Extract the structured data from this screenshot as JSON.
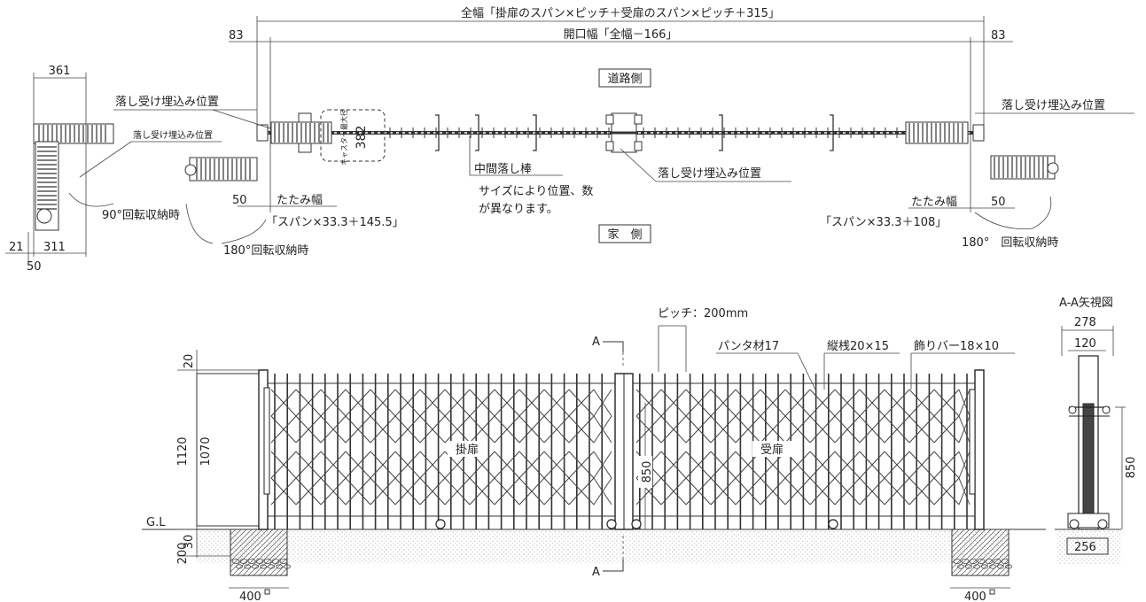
{
  "top_plan": {
    "overall_width": "全幅「掛扉のスパン×ピッチ＋受扉のスパン×ピッチ＋315」",
    "opening_width": "開口幅「全幅－166」",
    "left_offset": "83",
    "right_offset": "83",
    "road_side": "道路側",
    "house_side": "家　側",
    "drop_receiver_left": "落し受け埋込み位置",
    "drop_receiver_left_small": "落し受け埋込み位置",
    "drop_receiver_center": "落し受け埋込み位置",
    "drop_receiver_right": "落し受け埋込み位置",
    "dim_361": "361",
    "dim_382": "382",
    "caster_note": "キャスター最大径",
    "dim_50_left": "50",
    "folded_width_left": "たたみ幅",
    "folded_formula_left": "「スパン×33.3＋145.5」",
    "folded_width_right": "たたみ幅",
    "dim_50_right": "50",
    "folded_formula_right": "「スパン×33.3＋108」",
    "rot90": "90°回転収納時",
    "rot180_left": "180°回転収納時",
    "rot180_right": "180°　回転収納時",
    "dim_21": "21",
    "dim_311": "311",
    "dim_50_bottom": "50",
    "middle_drop_rod": "中間落し棒",
    "middle_drop_rod_note1": "サイズにより位置、数",
    "middle_drop_rod_note2": "が異なります。"
  },
  "elevation": {
    "pitch": "ピッチ：200mm",
    "section_mark_top": "A",
    "section_mark_bottom": "A",
    "pantograph": "パンタ材17",
    "vertical_bar": "縦桟20×15",
    "deco_bar": "飾りバー18×10",
    "hinged_leaf": "掛扉",
    "receiving_leaf": "受扉",
    "dim_20": "20",
    "dim_1120": "1120",
    "dim_1070": "1070",
    "dim_850": "850",
    "gl": "G.L",
    "dim_30": "30",
    "dim_200": "200",
    "foundation_left": "400",
    "foundation_right": "400"
  },
  "section_view": {
    "title": "A-A矢視図",
    "dim_278": "278",
    "dim_120": "120",
    "dim_850": "850",
    "dim_256": "256"
  }
}
